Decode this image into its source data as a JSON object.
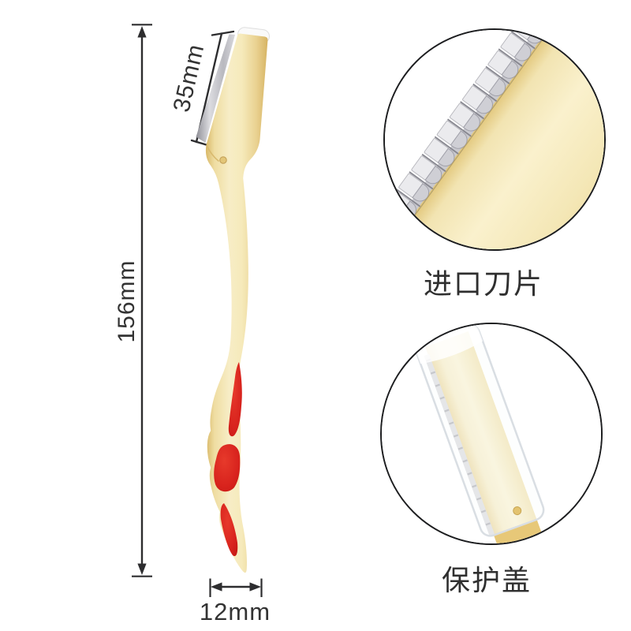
{
  "dimensions": {
    "blade_length": "35mm",
    "total_length": "156mm",
    "width": "12mm"
  },
  "callouts": {
    "blade": {
      "label": "进口刀片"
    },
    "cap": {
      "label": "保护盖"
    }
  },
  "colors": {
    "handle_gold_light": "#f7edc6",
    "handle_gold_dark": "#d9b868",
    "accent_red": "#d8231d",
    "blade_silver": "#c6c6cb",
    "dimension_line": "#2d2d2f",
    "label_text": "#333333",
    "callout_border": "#1c1d1f"
  }
}
